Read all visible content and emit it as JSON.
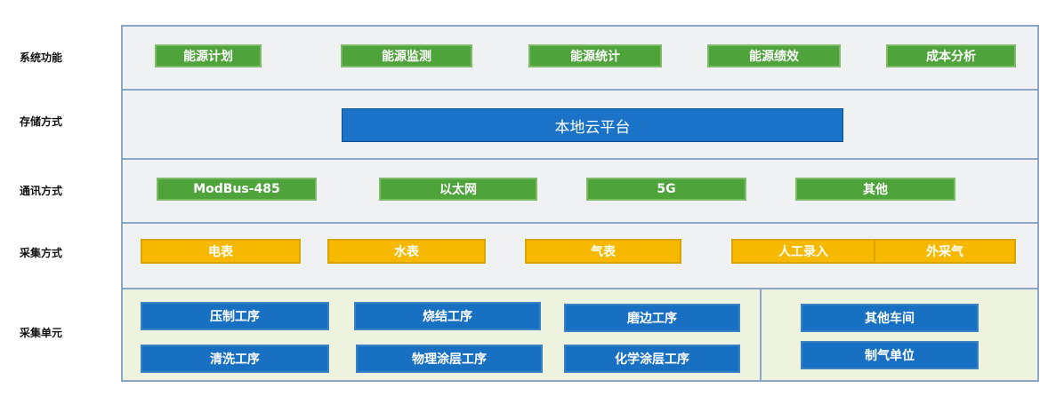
{
  "rows": {
    "functions": {
      "label": "系统功能",
      "items": [
        "能源计划",
        "能源监测",
        "能源统计",
        "能源绩效",
        "成本分析"
      ]
    },
    "storage": {
      "label": "存储方式",
      "items": [
        "本地云平台"
      ]
    },
    "comm": {
      "label": "通讯方式",
      "items": [
        "ModBus-485",
        "以太网",
        "5G",
        "其他"
      ]
    },
    "collect": {
      "label": "采集方式",
      "items": [
        "电表",
        "水表",
        "气表",
        "人工录入",
        "外采气"
      ]
    },
    "units": {
      "label": "采集单元",
      "left": [
        "压制工序",
        "烧结工序",
        "磨边工序",
        "清洗工序",
        "物理涂层工序",
        "化学涂层工序"
      ],
      "right": [
        "其他车间",
        "制气单位"
      ]
    }
  },
  "colors": {
    "green": "#4ea33a",
    "yellow": "#f6b900",
    "blue": "#1870c3",
    "band_bg": "#f0f1f2",
    "units_bg": "#eef3e0",
    "border": "#8aa6c4"
  }
}
